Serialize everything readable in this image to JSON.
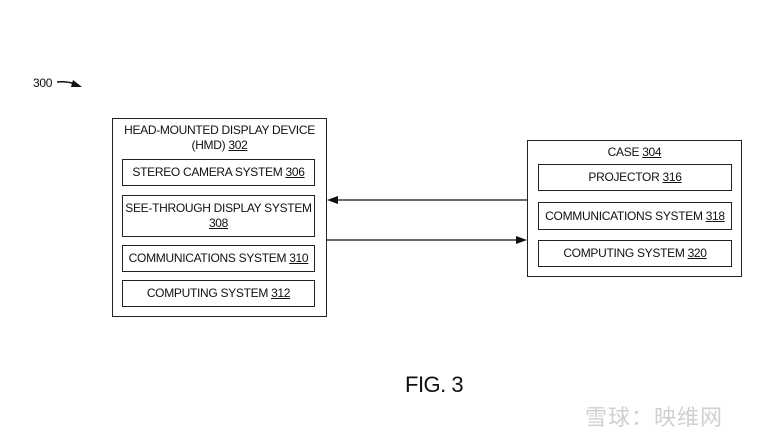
{
  "figure": {
    "reference_number": "300",
    "label": "FIG. 3"
  },
  "hmd": {
    "title_line1": "HEAD-MOUNTED DISPLAY DEVICE",
    "title_line2": "(HMD) ",
    "ref": "302",
    "components": [
      {
        "label": "STEREO CAMERA SYSTEM ",
        "ref": "306"
      },
      {
        "label": "SEE-THROUGH DISPLAY SYSTEM",
        "ref": "308"
      },
      {
        "label": "COMMUNICATIONS SYSTEM ",
        "ref": "310"
      },
      {
        "label": "COMPUTING SYSTEM ",
        "ref": "312"
      }
    ]
  },
  "case": {
    "title": "CASE ",
    "ref": "304",
    "components": [
      {
        "label": "PROJECTOR ",
        "ref": "316"
      },
      {
        "label": "COMMUNICATIONS SYSTEM ",
        "ref": "318"
      },
      {
        "label": "COMPUTING SYSTEM ",
        "ref": "320"
      }
    ]
  },
  "connections": [
    {
      "from": "case",
      "to": "hmd"
    },
    {
      "from": "hmd",
      "to": "case"
    }
  ],
  "watermark": "雪球：映维网"
}
